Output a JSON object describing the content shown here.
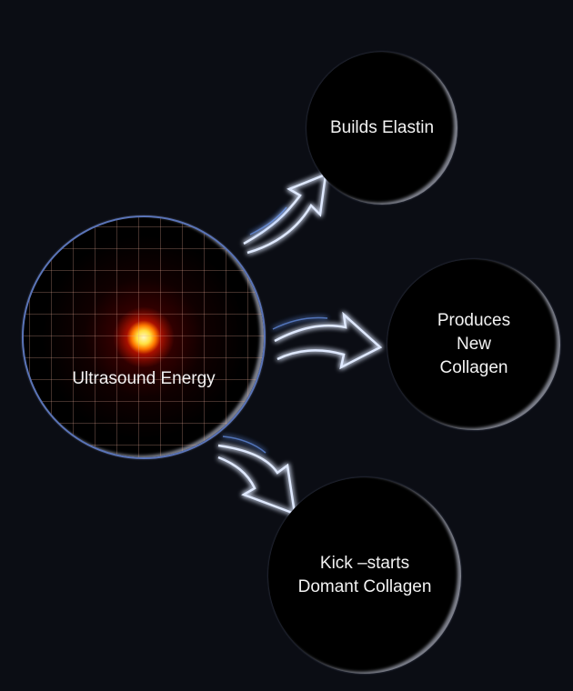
{
  "center": {
    "label": "Ultrasound Energy"
  },
  "outcomes": [
    {
      "label": "Builds Elastin"
    },
    {
      "label_lines": [
        "Produces",
        "New",
        "Collagen"
      ]
    },
    {
      "label_lines": [
        "Kick –starts",
        "Domant Collagen"
      ]
    }
  ],
  "colors": {
    "background": "#0b0d14",
    "arrow_glow": "#3a7bff",
    "hotspot": "#ffb000"
  }
}
